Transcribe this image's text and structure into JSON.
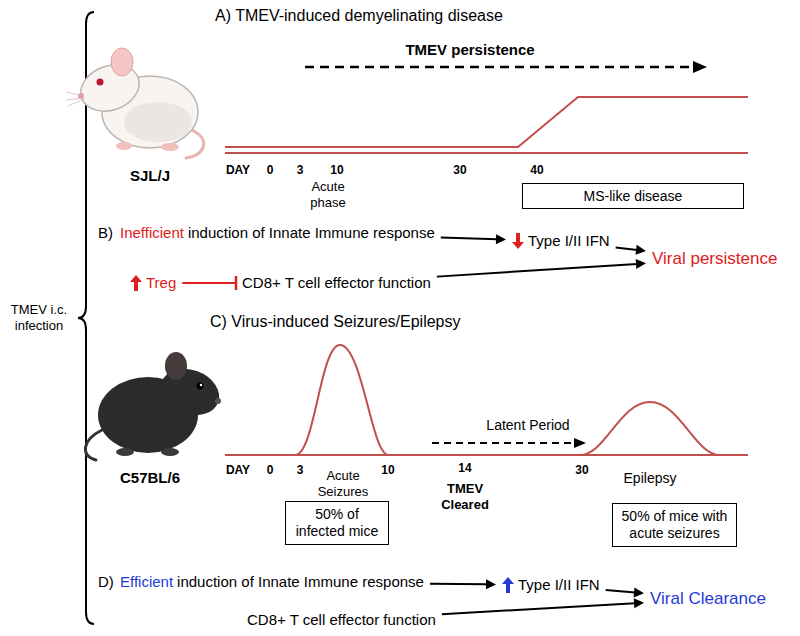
{
  "diagram": {
    "nodes": [
      {
        "text": [
          "MS-like disease"
        ]
      },
      {
        "text": [
          "Inefficient",
          "induction of Innate Immune response"
        ]
      },
      {
        "text": [
          "Type I/II IFN"
        ]
      },
      {
        "text": [
          "Viral persistence"
        ]
      },
      {
        "text": [
          "Treg"
        ]
      },
      {
        "text": [
          "CD8+ T cell effector function"
        ]
      },
      {
        "text": [
          "50% of infected mice"
        ]
      },
      {
        "text": [
          "50% of mice with acute seizures"
        ]
      },
      {
        "text": [
          "Efficient",
          "induction of Innate Immune response"
        ]
      },
      {
        "text": [
          "Type I/II IFN"
        ]
      },
      {
        "text": [
          "Viral Clearance"
        ]
      },
      {
        "text": [
          "CD8+ T cell effector function"
        ]
      }
    ],
    "edges": [
      {
        "from": 1,
        "to": 2,
        "arrow": "to"
      },
      {
        "from": 2,
        "to": 3,
        "arrow": "to"
      },
      {
        "from": 4,
        "to": 5,
        "arrow": "to"
      },
      {
        "from": 5,
        "to": 3,
        "arrow": "to"
      },
      {
        "from": 8,
        "to": 9,
        "arrow": "to"
      },
      {
        "from": 9,
        "to": 10,
        "arrow": "to"
      },
      {
        "from": 11,
        "to": 10,
        "arrow": "to"
      }
    ],
    "labels": [
      "TMEV i.c. infection",
      "A) TMEV-induced demyelinating disease",
      "TMEV persistence",
      "SJL/J",
      "DAY",
      "0",
      "3",
      "10",
      "30",
      "40",
      "Acute phase",
      "B)",
      "C) Virus-induced Seizures/Epilepsy",
      "C57BL/6",
      "Acute Seizures",
      "Latent Period",
      "DAY",
      "0",
      "3",
      "10",
      "14",
      "30",
      "TMEV Cleared",
      "Epilepsy",
      "D)"
    ]
  }
}
